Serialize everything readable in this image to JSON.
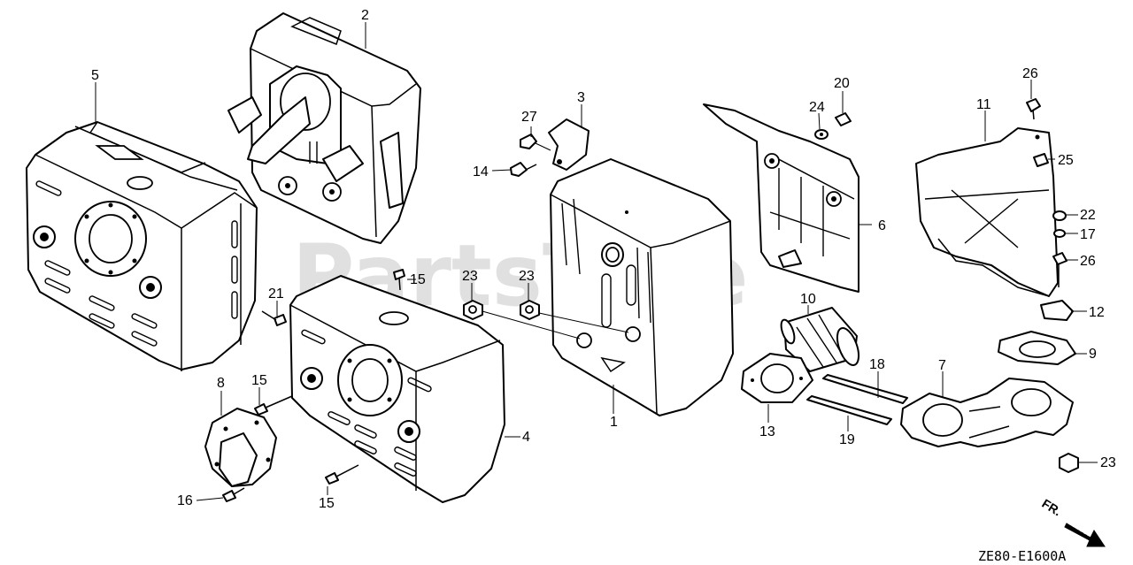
{
  "watermark": "PartsTree",
  "diagram_code": "ZE80-E1600A",
  "front_marker": "FR.",
  "callouts": {
    "c1": "1",
    "c2": "2",
    "c3": "3",
    "c4": "4",
    "c5": "5",
    "c6": "6",
    "c7": "7",
    "c8": "8",
    "c9": "9",
    "c10": "10",
    "c11": "11",
    "c12": "12",
    "c13": "13",
    "c14": "14",
    "c15a": "15",
    "c15b": "15",
    "c15c": "15",
    "c16": "16",
    "c17": "17",
    "c18": "18",
    "c19": "19",
    "c20": "20",
    "c21": "21",
    "c22": "22",
    "c23a": "23",
    "c23b": "23",
    "c23c": "23",
    "c24": "24",
    "c25": "25",
    "c26a": "26",
    "c26b": "26",
    "c27": "27"
  }
}
